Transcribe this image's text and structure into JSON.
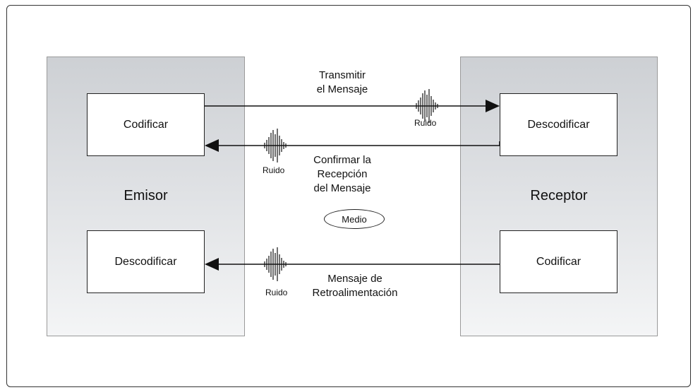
{
  "emisor": {
    "title": "Emisor",
    "top_box": "Codificar",
    "bottom_box": "Descodificar"
  },
  "receptor": {
    "title": "Receptor",
    "top_box": "Descodificar",
    "bottom_box": "Codificar"
  },
  "transmit": {
    "line1": "Transmitir",
    "line2": "el Mensaje",
    "noise": "Ruido"
  },
  "confirm": {
    "line1": "Confirmar la",
    "line2": "Recepción",
    "line3": "del Mensaje",
    "noise": "Ruido"
  },
  "feedback": {
    "line1": "Mensaje de",
    "line2": "Retroalimentación",
    "noise": "Ruido"
  },
  "medio": "Medio"
}
